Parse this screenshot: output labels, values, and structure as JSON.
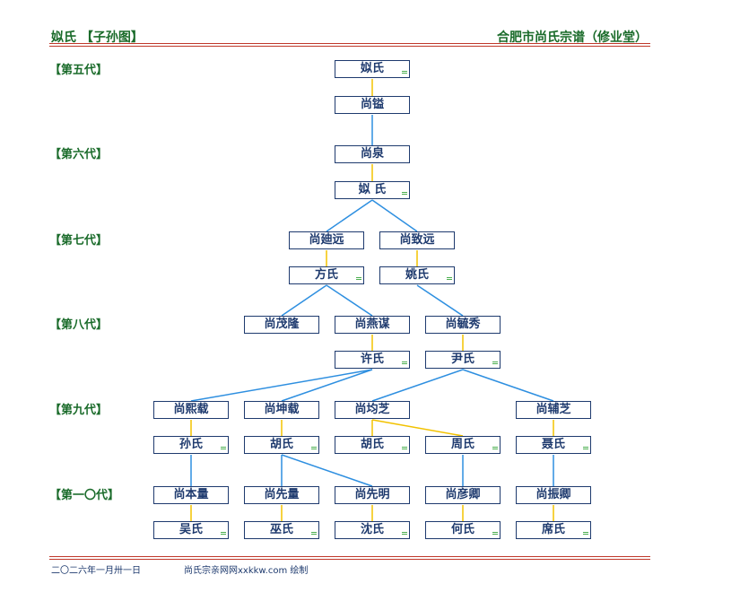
{
  "header": {
    "left": "姒氏 【子孙图】",
    "right": "合肥市尚氏宗谱（修业堂）"
  },
  "generations": [
    "【第五代】",
    "【第六代】",
    "【第七代】",
    "【第八代】",
    "【第九代】",
    "【第一〇代】"
  ],
  "nodes": {
    "n1": "姒氏",
    "n2": "尚镒",
    "n3": "尚泉",
    "n4": "姒 氏",
    "n5": "尚廸远",
    "n6": "尚致远",
    "n7": "方氏",
    "n8": "姚氏",
    "n9": "尚茂隆",
    "n10": "尚燕谋",
    "n11": "尚毓秀",
    "n12": "许氏",
    "n13": "尹氏",
    "n14": "尚熙载",
    "n15": "尚坤载",
    "n16": "尚均芝",
    "n17": "尚辅芝",
    "n18": "孙氏",
    "n19": "胡氏",
    "n20": "胡氏",
    "n21": "周氏",
    "n22": "聂氏",
    "n23": "尚本量",
    "n24": "尚先量",
    "n25": "尚先明",
    "n26": "尚彦卿",
    "n27": "尚振卿",
    "n28": "吴氏",
    "n29": "巫氏",
    "n30": "沈氏",
    "n31": "何氏",
    "n32": "席氏"
  },
  "footer": {
    "date": "二〇二六年一月卅一日",
    "site": "尚氏宗亲网网xxkkw.com 绘制"
  },
  "colors": {
    "marriage": "#f2c200",
    "descent": "#2e8fe0",
    "header": "#1a6b2a",
    "box": "#1e3a6e",
    "rule": "#c0392b"
  }
}
